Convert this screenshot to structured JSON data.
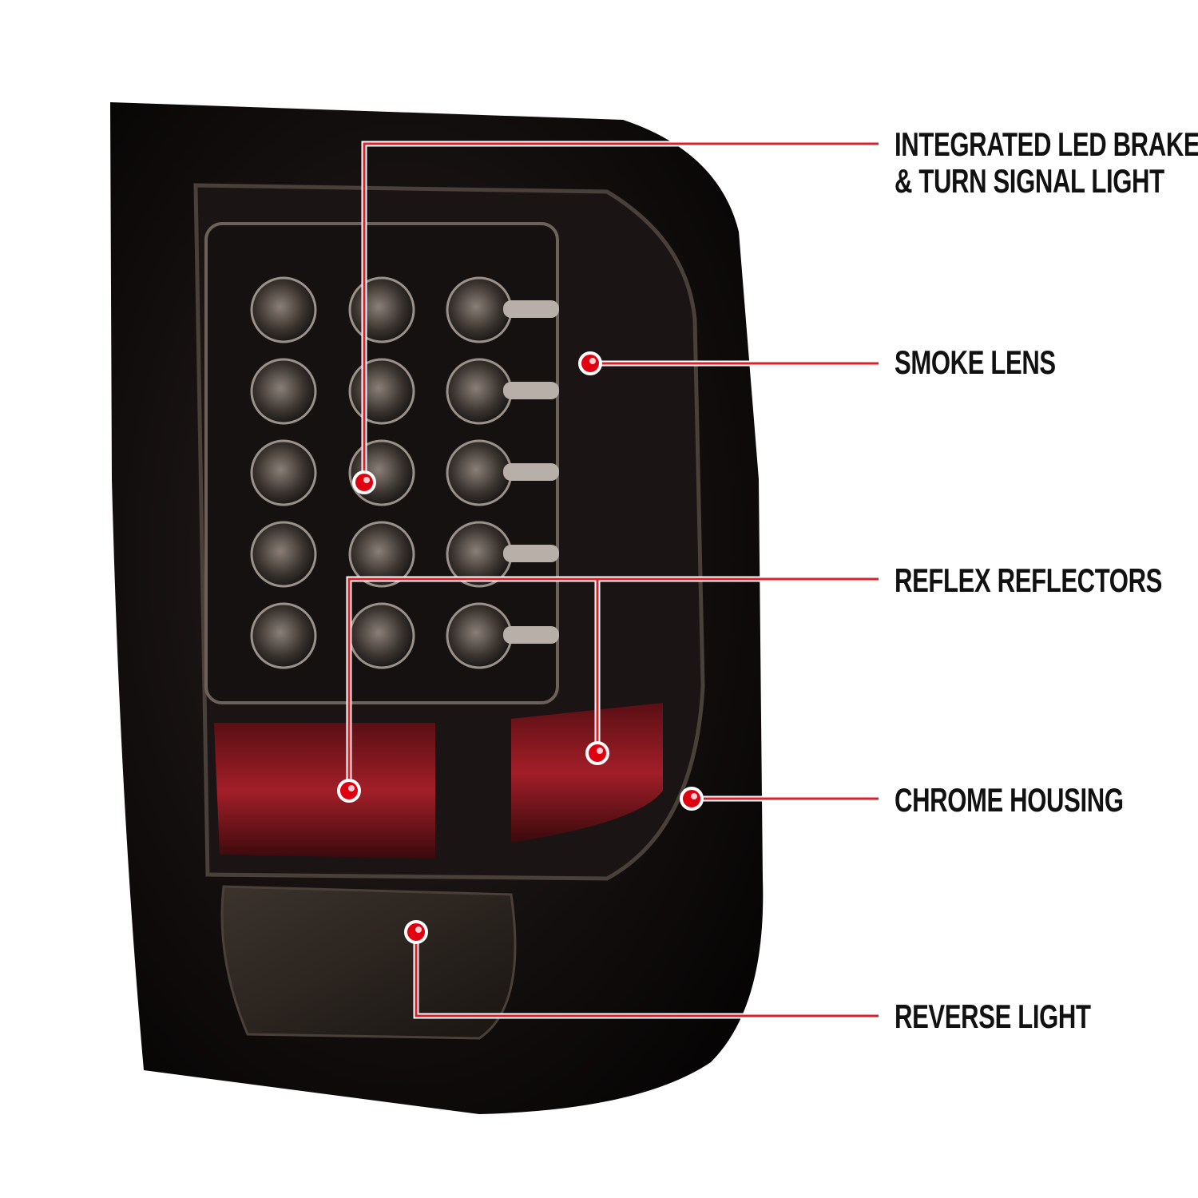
{
  "callouts": [
    {
      "id": "led",
      "lines": [
        "INTEGRATED LED BRAKE",
        "& TURN SIGNAL LIGHT"
      ]
    },
    {
      "id": "smoke",
      "lines": [
        "SMOKE LENS"
      ]
    },
    {
      "id": "reflex",
      "lines": [
        "REFLEX REFLECTORS"
      ]
    },
    {
      "id": "chrome",
      "lines": [
        "CHROME HOUSING"
      ]
    },
    {
      "id": "reverse",
      "lines": [
        "REVERSE LIGHT"
      ]
    }
  ],
  "colors": {
    "callout_line": "#d9212b",
    "callout_dot": "#e0000f",
    "lens": "#1a1212",
    "reflector": "#8e1a22"
  }
}
